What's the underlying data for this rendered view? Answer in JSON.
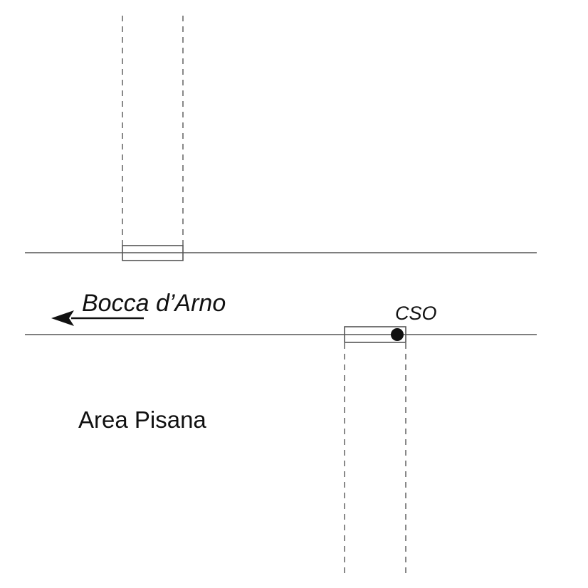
{
  "labels": {
    "river_mouth": "Bocca d’Arno",
    "outfall": "CSO",
    "area": "Area Pisana"
  }
}
